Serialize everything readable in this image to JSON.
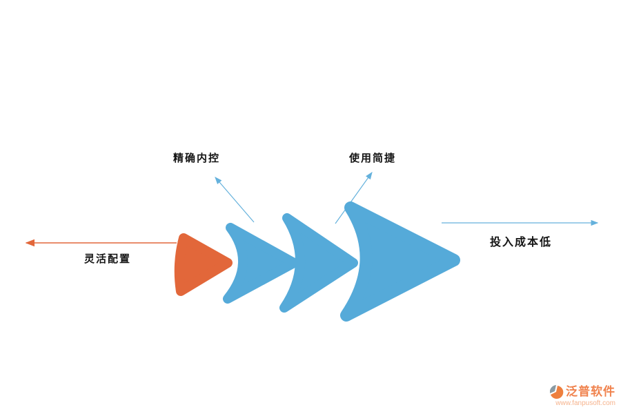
{
  "diagram": {
    "labels": {
      "flexible": "灵活配置",
      "precise": "精确内控",
      "simple": "使用简捷",
      "low_cost": "投入成本低"
    },
    "colors": {
      "orange": "#E2673A",
      "blue": "#55AAD9",
      "line_blue": "#64B1DC",
      "text": "#141414"
    }
  },
  "watermark": {
    "brand": "泛普软件",
    "url": "www.fanpusoft.com"
  }
}
